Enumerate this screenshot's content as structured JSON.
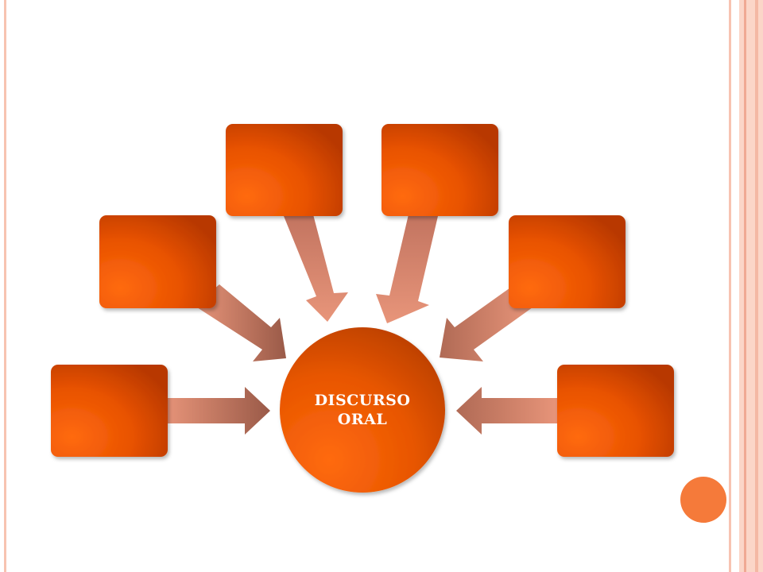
{
  "diagram": {
    "center": {
      "line1": "DISCURSO",
      "line2": "ORAL"
    },
    "nodes": [
      {
        "id": "node-left-bottom",
        "label": ""
      },
      {
        "id": "node-left-middle",
        "label": ""
      },
      {
        "id": "node-top-left",
        "label": ""
      },
      {
        "id": "node-top-right",
        "label": ""
      },
      {
        "id": "node-right-middle",
        "label": ""
      },
      {
        "id": "node-right-bottom",
        "label": ""
      }
    ]
  },
  "colors": {
    "node_light": "#ff6a10",
    "node_dark": "#b83800",
    "arrow_light": "#e8957a",
    "arrow_dark": "#9a5a48",
    "frame": "#f7c3b1",
    "accent_dot": "#f57a3a"
  }
}
